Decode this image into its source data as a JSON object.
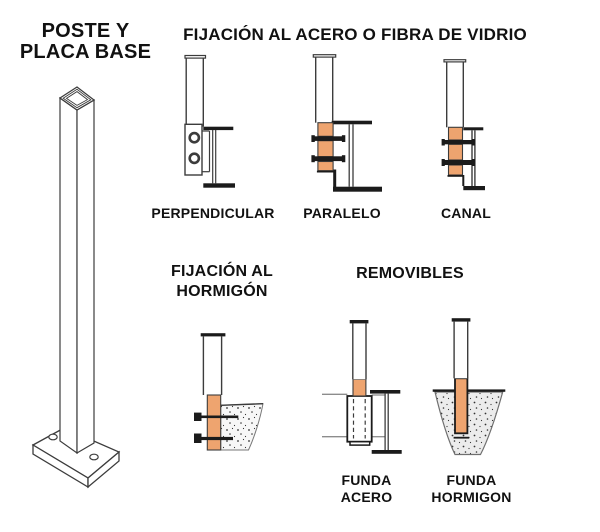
{
  "colors": {
    "page_bg": "#ffffff",
    "text": "#111111",
    "line_dark": "#1b1b1b",
    "line_mid": "#3c3c3c",
    "line_light": "#8c8c8c",
    "post_fill": "#eea46f",
    "concrete_wall": "#f7f7f7",
    "concrete_funnel": "#ececec"
  },
  "sections": {
    "post_base": {
      "title_line1": "POSTE Y",
      "title_line2": "PLACA BASE"
    },
    "steel_fiberglass": {
      "title": "FIJACIÓN AL ACERO O FIBRA DE VIDRIO",
      "items": [
        {
          "label": "PERPENDICULAR"
        },
        {
          "label": "PARALELO"
        },
        {
          "label": "CANAL"
        }
      ]
    },
    "concrete": {
      "title_line1": "FIJACIÓN AL",
      "title_line2": "HORMIGÓN"
    },
    "removable": {
      "title": "REMOVIBLES",
      "items": [
        {
          "label_line1": "FUNDA",
          "label_line2": "ACERO"
        },
        {
          "label_line1": "FUNDA",
          "label_line2": "HORMIGON"
        }
      ]
    }
  }
}
